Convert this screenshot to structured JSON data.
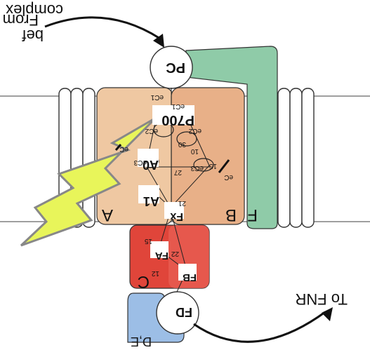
{
  "top_text": {
    "line1": "complex",
    "line2": "bef",
    "line3": "From"
  },
  "bottom_text": "To FNR",
  "subunits": {
    "A": "A",
    "B": "B",
    "F": "F",
    "C": "C",
    "DE": "D,E",
    "PC": "PC",
    "FD": "FD"
  },
  "cofactors": {
    "P700": "P700",
    "A0": "A0",
    "A1": "A1",
    "FX": "Fx",
    "FA": "FA",
    "FB": "FB"
  },
  "small_labels": [
    "eC1",
    "eC1",
    "eC2",
    "eC2",
    "eC3",
    "eC3",
    "eC",
    "eC"
  ],
  "distances": [
    "30",
    "10",
    "15",
    "27",
    "21",
    "15",
    "22",
    "12"
  ],
  "colors": {
    "subunit_A": "#EFC8A2",
    "subunit_B": "#E8B088",
    "subunit_F": "#8FCBA8",
    "subunit_C": "#E0453A",
    "subunit_DE": "#9CBEE6",
    "light": "#E8F55A"
  }
}
